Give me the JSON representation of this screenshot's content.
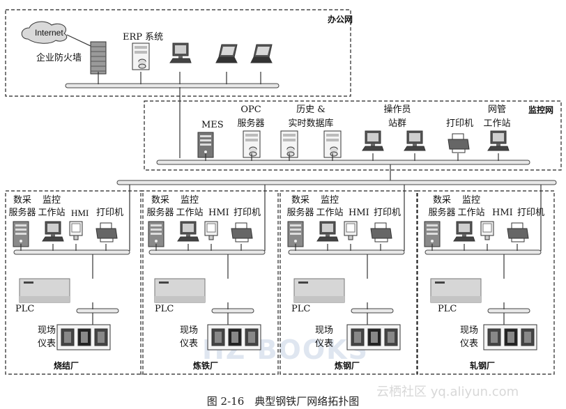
{
  "office": {
    "zone_label": "办公网",
    "internet": "Internet",
    "firewall": "企业防火墙",
    "erp": "ERP 系统"
  },
  "monitor": {
    "zone_label": "监控网",
    "mes": "MES",
    "opc": [
      "OPC",
      "服务器"
    ],
    "history": [
      "历史 &",
      "实时数据库"
    ],
    "operator": [
      "操作员",
      "站群"
    ],
    "printer": "打印机",
    "netmgmt": [
      "网管",
      "工作站"
    ]
  },
  "plants": [
    {
      "name": "烧结厂"
    },
    {
      "name": "炼铁厂"
    },
    {
      "name": "炼钢厂"
    },
    {
      "name": "轧钢厂"
    }
  ],
  "plant_labels": {
    "data_server": [
      "数采",
      "服务器"
    ],
    "monitor_ws": [
      "监控",
      "工作站"
    ],
    "hmi": "HMI",
    "printer": "打印机",
    "plc": "PLC",
    "field": [
      "现场",
      "仪表"
    ]
  },
  "caption": "图 2-16　典型钢铁厂网络拓扑图",
  "watermark": "云栖社区 yq.aliyun.com",
  "watermark_books": "HZ BOOKS"
}
